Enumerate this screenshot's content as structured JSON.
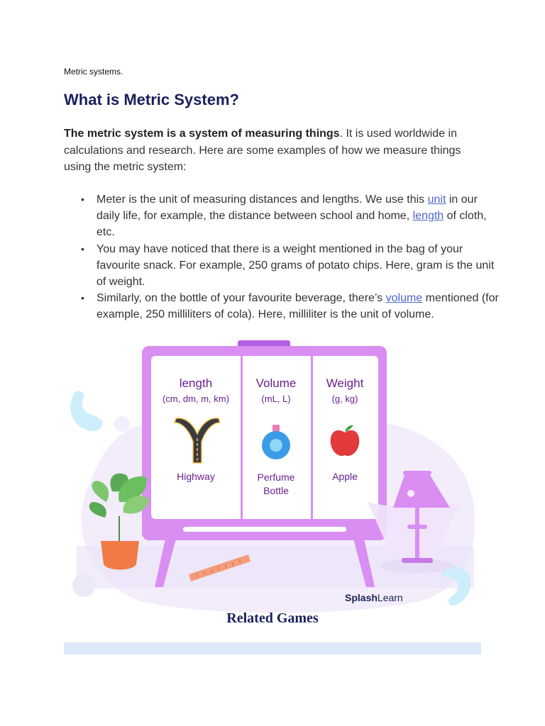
{
  "breadcrumb": "Metric systems.",
  "title": "What is Metric System?",
  "intro": {
    "bold": "The metric system is a system of measuring things",
    "rest": ". It is used worldwide in calculations and research. Here are some examples of how we measure things using the metric system:"
  },
  "bullets": [
    {
      "before": "Meter is the unit of measuring distances and lengths. We use this ",
      "link": "unit",
      "middle": " in our daily life, for example, the distance between school and home, ",
      "link2": "length",
      "after": " of cloth, etc."
    },
    {
      "text": "You may have noticed that there is a weight mentioned in the bag of your favourite snack. For example, 250 grams of potato chips. Here, gram is the unit of weight."
    },
    {
      "before": "Similarly, on the bottle of your favourite beverage, there’s ",
      "link": "volume",
      "after": " mentioned (for example, 250 milliliters of cola). Here, milliliter is the unit of volume."
    }
  ],
  "illustration": {
    "columns": [
      {
        "heading": "length",
        "units": "(cm, dm, m, km)",
        "label": "Highway",
        "icon": "highway-icon"
      },
      {
        "heading": "Volume",
        "units": "(mL, L)",
        "label_line1": "Perfume",
        "label_line2": "Bottle",
        "icon": "perfume-bottle-icon"
      },
      {
        "heading": "Weight",
        "units": "(g, kg)",
        "label": "Apple",
        "icon": "apple-icon"
      }
    ],
    "brand_bold": "Splash",
    "brand_light": "Learn",
    "colors": {
      "board": "#d98ef2",
      "ink": "#6a1f8e",
      "blob": "#f1ebfb"
    }
  },
  "related_games": "Related Games"
}
